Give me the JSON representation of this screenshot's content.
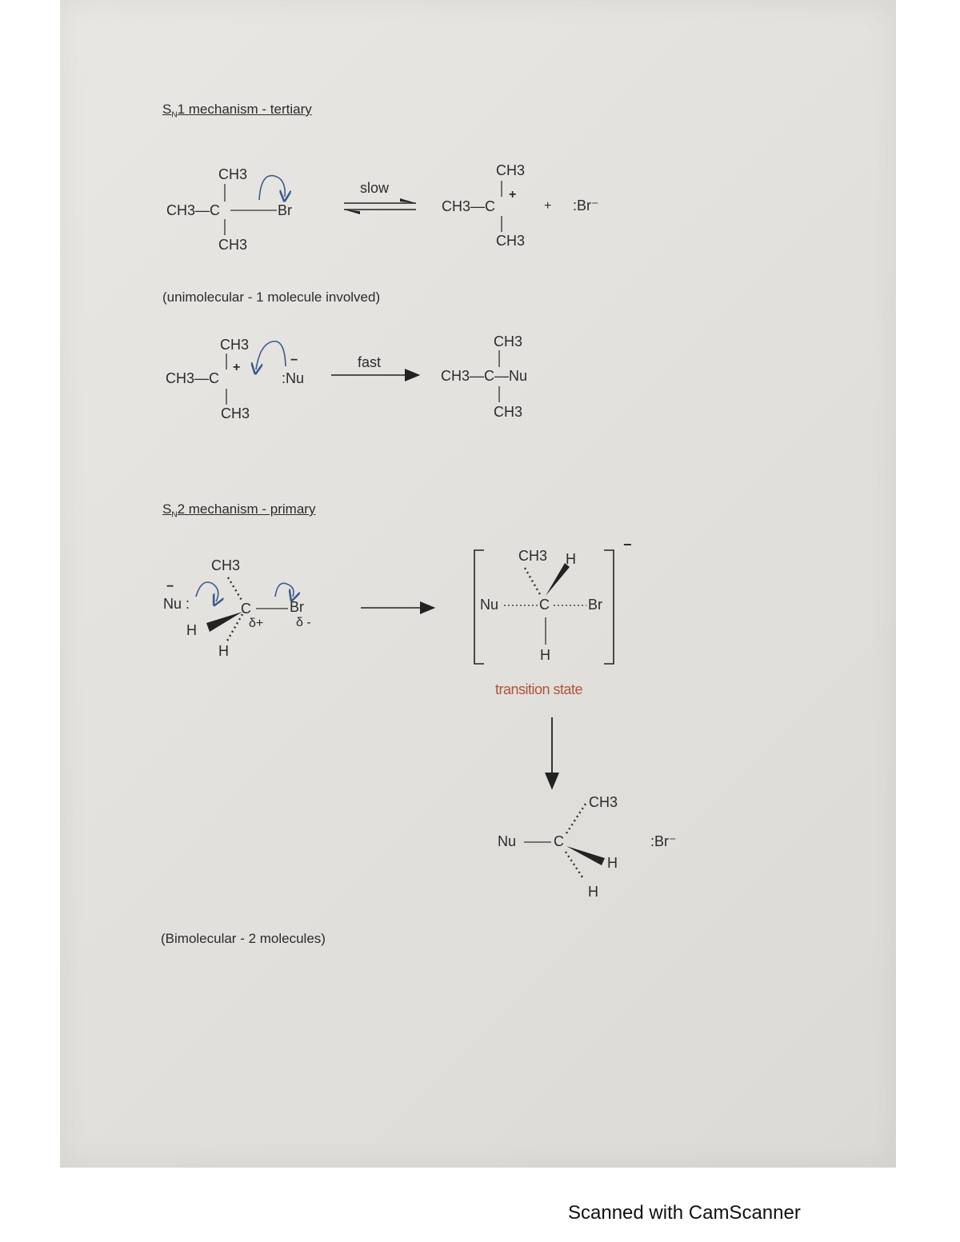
{
  "sn1": {
    "heading_s": "S",
    "heading_sub": "N",
    "heading_rest": "1 mechanism - tertiary",
    "step1": {
      "reactant_top": "CH3",
      "reactant_left": "CH3—C",
      "reactant_bromine": "Br",
      "reactant_bottom": "CH3",
      "arrow_label": "slow",
      "product_top": "CH3",
      "product_left": "CH3—C",
      "product_charge": "+",
      "product_bottom": "CH3",
      "plus": "+",
      "bromide": ":Br⁻"
    },
    "note": "(unimolecular - 1 molecule involved)",
    "step2": {
      "cation_top": "CH3",
      "cation_left": "CH3—C",
      "cation_charge": "+",
      "cation_bottom": "CH3",
      "nucleophile": ":Nu",
      "nucleophile_charge": "−",
      "arrow_label": "fast",
      "product_top": "CH3",
      "product_main": "CH3—C—Nu",
      "product_bottom": "CH3"
    }
  },
  "sn2": {
    "heading_s": "S",
    "heading_sub": "N",
    "heading_rest": "2 mechanism - primary",
    "reactant": {
      "nucleophile": "Nu :",
      "nucleophile_charge": "−",
      "ch3": "CH3",
      "carbon": "C",
      "bromine": "Br",
      "h_left": "H",
      "h_bottom": "H",
      "delta_plus": "δ+",
      "delta_minus": "δ -"
    },
    "transition_state": {
      "ch3": "CH3",
      "h_top": "H",
      "nu": "Nu",
      "carbon": "C",
      "br": "Br",
      "h_bottom": "H",
      "charge": "−",
      "label": "transition state"
    },
    "product": {
      "ch3": "CH3",
      "nu": "Nu",
      "carbon": "C",
      "h_right": "H",
      "h_bottom": "H",
      "bromide": ":Br⁻"
    },
    "note": "(Bimolecular - 2 molecules)"
  },
  "footer": "Scanned with CamScanner",
  "colors": {
    "curly_arrow": "#3a5a8c",
    "ts_label": "#b0533a"
  }
}
